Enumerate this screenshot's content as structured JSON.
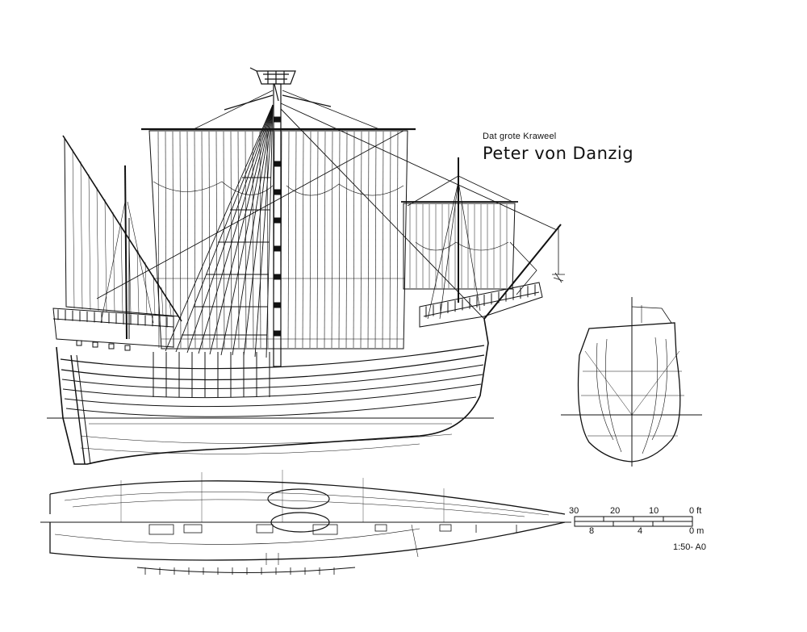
{
  "title_block": {
    "subtitle": "Dat grote Kraweel",
    "title": "Peter von Danzig"
  },
  "scale_bar": {
    "feet_ticks": [
      "30",
      "20",
      "10",
      "0 ft"
    ],
    "meter_ticks": [
      "8",
      "4",
      "0 m"
    ],
    "ratio": "1:50- A0"
  },
  "colors": {
    "ink": "#111111",
    "paper": "#ffffff"
  }
}
